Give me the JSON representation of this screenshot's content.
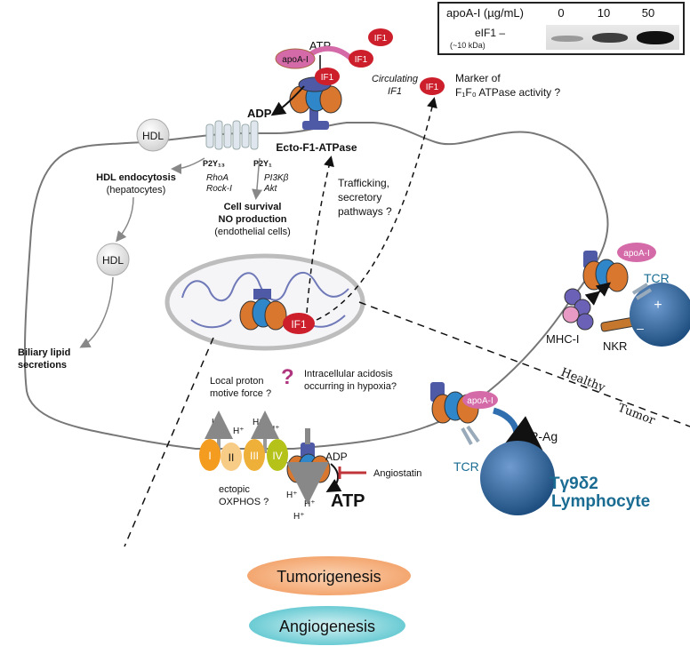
{
  "blot": {
    "title": "apoA-I (µg/mL)",
    "lanes": [
      "0",
      "10",
      "50"
    ],
    "protein": "eIF1",
    "dash": "–",
    "kda": "(~10 kDa)"
  },
  "top": {
    "atp": "ATP",
    "apoa": "apoA-I",
    "if1": "IF1",
    "circulating": "Circulating",
    "adp": "ADP",
    "ecto": "Ecto-F1-ATPase",
    "marker1": "Marker of",
    "marker2": "F₁F₀ ATPase activity ?",
    "trafficking1": "Trafficking,",
    "trafficking2": "secretory",
    "trafficking3": "pathways ?"
  },
  "left": {
    "hdl": "HDL",
    "p2y13": "P2Y₁₃",
    "p2y1": "P2Y₁",
    "hdl_endo": "HDL endocytosis",
    "hepatocytes": "(hepatocytes)",
    "rhoa": "RhoA",
    "rock": "Rock-I",
    "pi3k": "PI3Kβ",
    "akt": "Akt",
    "survival1": "Cell survival",
    "survival2": "NO production",
    "endothelial": "(endothelial cells)",
    "biliary1": "Biliary lipid",
    "biliary2": "secretions"
  },
  "mito": {
    "if1": "IF1"
  },
  "bottom": {
    "local1": "Local proton",
    "local2": "motive force ?",
    "question": "?",
    "acid1": "Intracellular acidosis",
    "acid2": "occurring in hypoxia?",
    "hplus": "H⁺",
    "complexes": [
      "I",
      "II",
      "III",
      "IV"
    ],
    "ectopic1": "ectopic",
    "ectopic2": "OXPHOS ?",
    "adp": "ADP",
    "atp": "ATP",
    "angiostatin": "Angiostatin"
  },
  "right": {
    "apoa": "apoA-I",
    "tcr": "TCR",
    "mhc": "MHC-I",
    "nkr": "NKR",
    "plus": "+",
    "minus": "–",
    "healthy": "Healthy",
    "tumor": "Tumor",
    "pag": "P-Ag",
    "tcr2": "TCR",
    "lympho1": "Tγ9δ2",
    "lympho2": "Lymphocyte"
  },
  "ovals": {
    "tumorigenesis": "Tumorigenesis",
    "angiogenesis": "Angiogenesis"
  },
  "colors": {
    "if1_red": "#cc1f2b",
    "apoa_pink": "#d46aa8",
    "complex_blue": "#2f86c9",
    "complex_orange": "#d9772e",
    "stalk_navy": "#4f5aa6",
    "lymphocyte_blue": "#2f5f93",
    "label_teal": "#1a6c93",
    "tumor_oval": "#f5b98d",
    "angio_oval": "#7fd1d8",
    "membrane": "#777777"
  }
}
